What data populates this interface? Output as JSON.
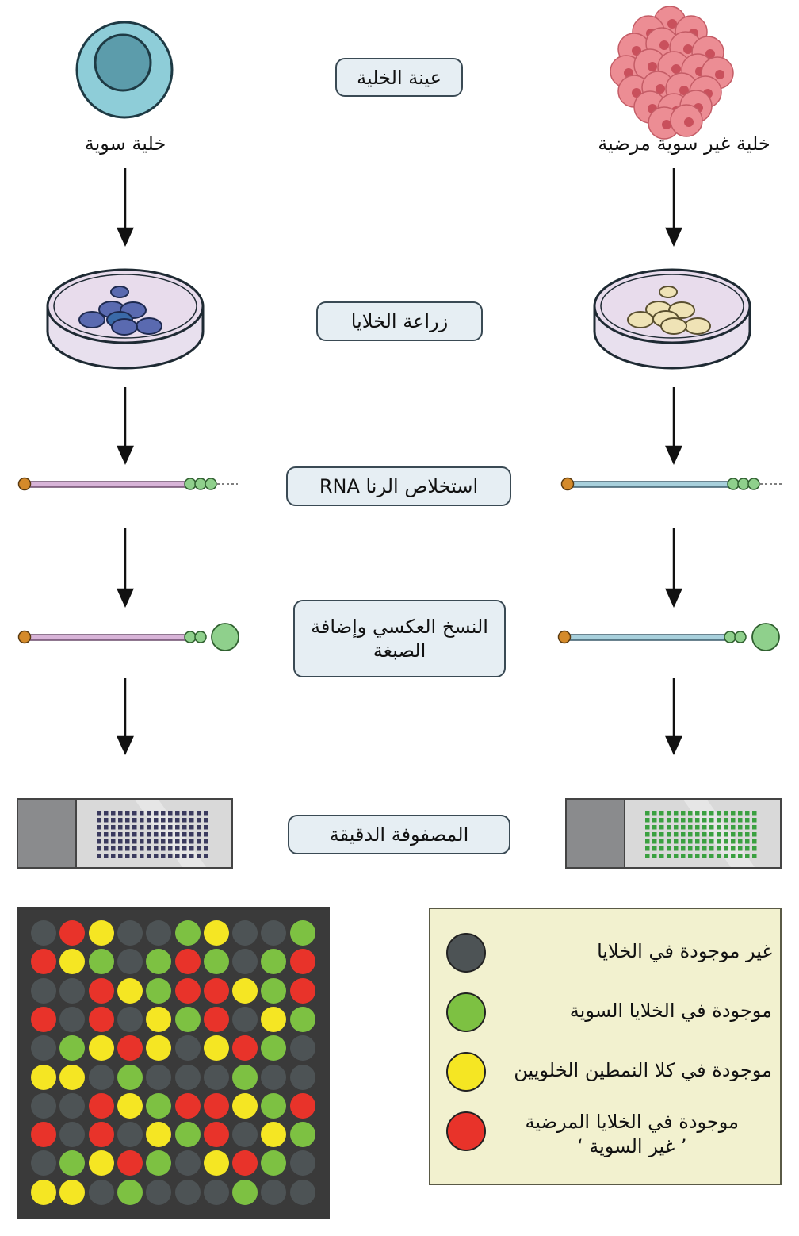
{
  "steps": {
    "cell_sample": "عينة الخلية",
    "cell_culture": "زراعة الخلايا",
    "rna_extraction": "استخلاص الرنا RNA",
    "reverse_transcription": "النسخ العكسي وإضافة\nالصبغة",
    "microarray": "المصفوفة الدقيقة"
  },
  "cells": {
    "normal_label": "خلية سوية",
    "abnormal_label": "خلية غير سوية مرضية"
  },
  "legend": [
    {
      "label": "غير موجودة في الخلايا",
      "color": "#4d5355"
    },
    {
      "label": "موجودة في الخلايا السوية",
      "color": "#7dc142"
    },
    {
      "label": "موجودة في كلا النمطين الخلويين",
      "color": "#f5e623"
    },
    {
      "label": "موجودة في الخلايا المرضية\n’ غير السوية ‘",
      "color": "#e8332a"
    }
  ],
  "colors": {
    "normal_cell_outer": "#8ecdd8",
    "normal_cell_inner": "#5c9cab",
    "abnormal_cell": "#e8848c",
    "normal_rna": "#d8b4d8",
    "abnormal_rna": "#a8d0dc",
    "dye": "#8fd08c",
    "cap": "#d48a2a",
    "normal_spots": "#3a3a5e",
    "abnormal_spots": "#3aa040",
    "grid_bg": "#3a3a3a"
  },
  "grid": [
    [
      "k",
      "r",
      "y",
      "k",
      "k",
      "g",
      "y",
      "k",
      "k",
      "g"
    ],
    [
      "r",
      "y",
      "g",
      "k",
      "g",
      "r",
      "g",
      "k",
      "g",
      "r"
    ],
    [
      "k",
      "k",
      "r",
      "y",
      "g",
      "r",
      "r",
      "y",
      "g",
      "r"
    ],
    [
      "r",
      "k",
      "r",
      "k",
      "y",
      "g",
      "r",
      "k",
      "y",
      "g"
    ],
    [
      "k",
      "g",
      "y",
      "r",
      "y",
      "k",
      "y",
      "r",
      "g",
      "k"
    ],
    [
      "y",
      "y",
      "k",
      "g",
      "k",
      "k",
      "k",
      "g",
      "k",
      "k"
    ],
    [
      "k",
      "k",
      "r",
      "y",
      "g",
      "r",
      "r",
      "y",
      "g",
      "r"
    ],
    [
      "r",
      "k",
      "r",
      "k",
      "y",
      "g",
      "r",
      "k",
      "y",
      "g"
    ],
    [
      "k",
      "g",
      "y",
      "r",
      "g",
      "k",
      "y",
      "r",
      "g",
      "k"
    ],
    [
      "y",
      "y",
      "k",
      "g",
      "k",
      "k",
      "k",
      "g",
      "k",
      "k"
    ]
  ]
}
